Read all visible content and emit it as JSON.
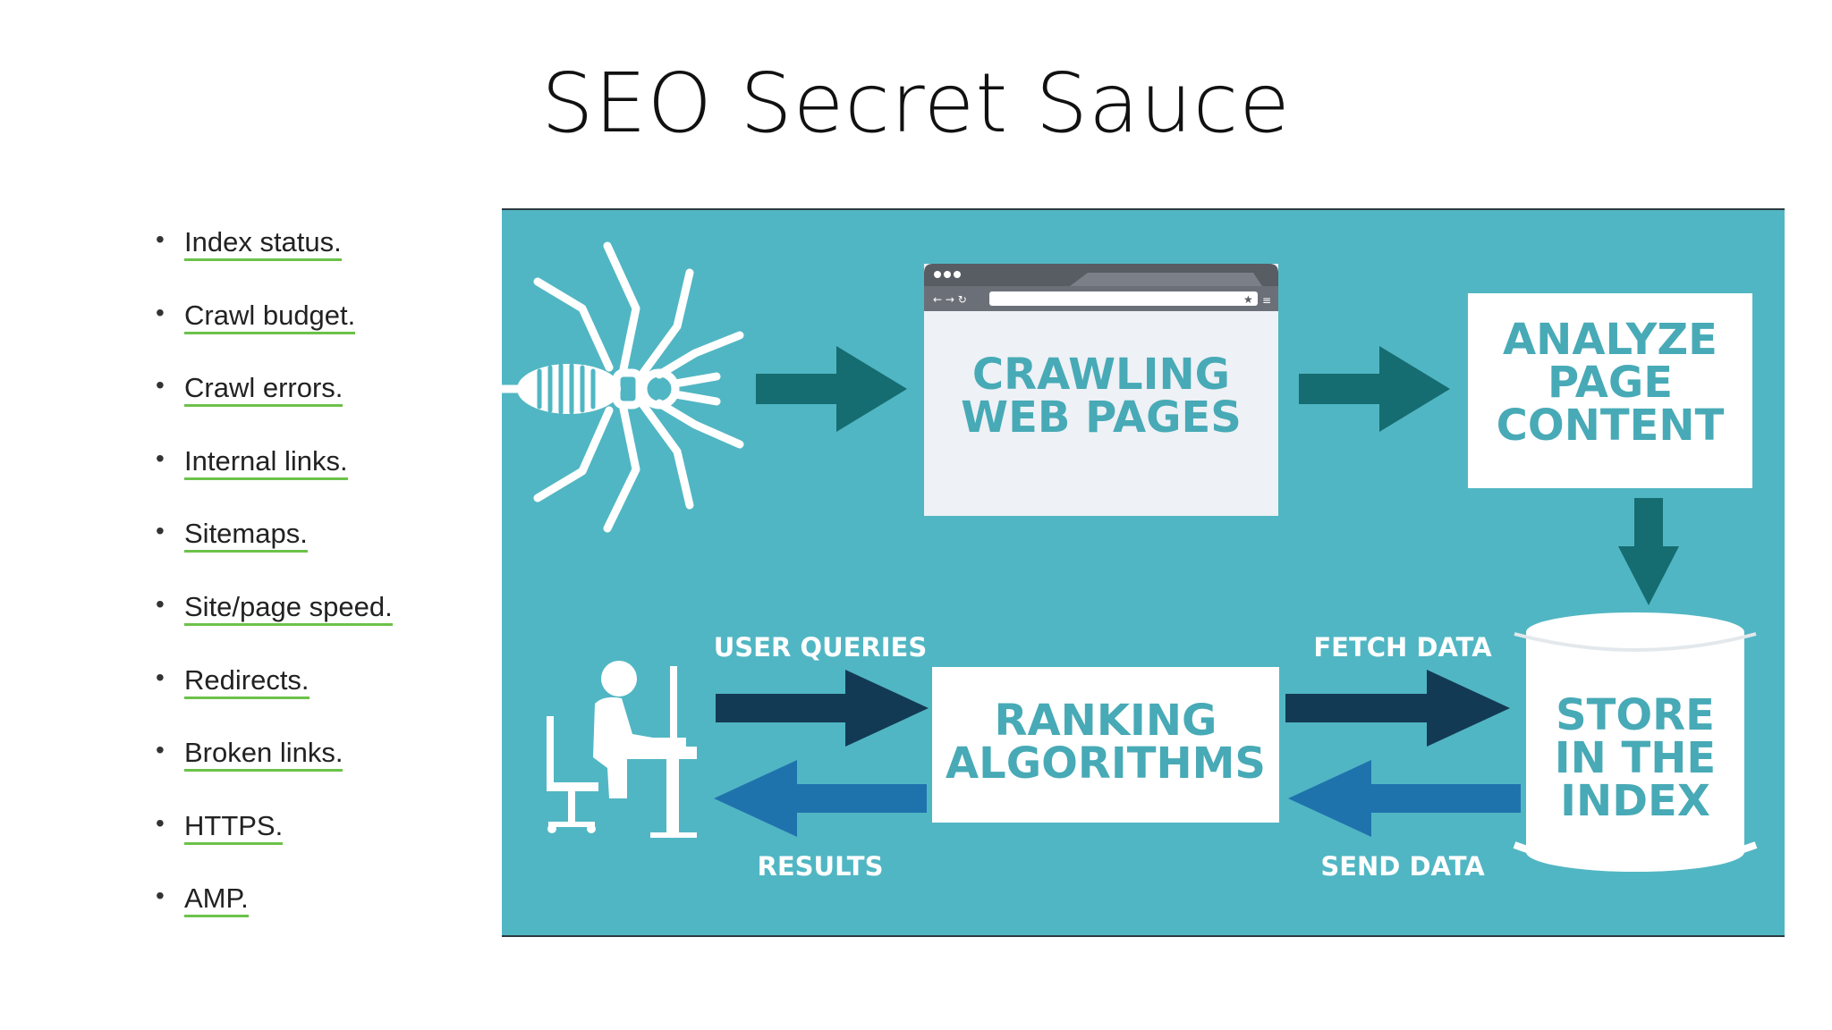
{
  "title": "SEO Secret Sauce",
  "bullets": [
    "Index status.",
    "Crawl budget.",
    "Crawl errors.",
    "Internal links.",
    "Sitemaps.",
    "Site/page speed.",
    "Redirects.",
    "Broken links.",
    "HTTPS.",
    "AMP."
  ],
  "diagram": {
    "colors": {
      "background": "#51b6c3",
      "box": "#eef1f5",
      "box_text": "#47aab6",
      "arrow_dark_teal": "#156d71",
      "arrow_navy": "#133a55",
      "arrow_blue": "#1f73ad",
      "white": "#ffffff"
    },
    "crawl_box": {
      "line1": "CRAWLING",
      "line2": "WEB PAGES"
    },
    "analyze_box": {
      "line1": "ANALYZE",
      "line2": "PAGE",
      "line3": "CONTENT"
    },
    "ranking_box": {
      "line1": "RANKING",
      "line2": "ALGORITHMS"
    },
    "store_box": {
      "line1": "STORE",
      "line2": "IN THE",
      "line3": "INDEX"
    },
    "labels": {
      "user_queries": "USER QUERIES",
      "results": "RESULTS",
      "fetch_data": "FETCH DATA",
      "send_data": "SEND DATA"
    },
    "icons": [
      "spider-icon",
      "browser-window-icon",
      "user-at-computer-icon",
      "database-cylinder-icon"
    ]
  }
}
